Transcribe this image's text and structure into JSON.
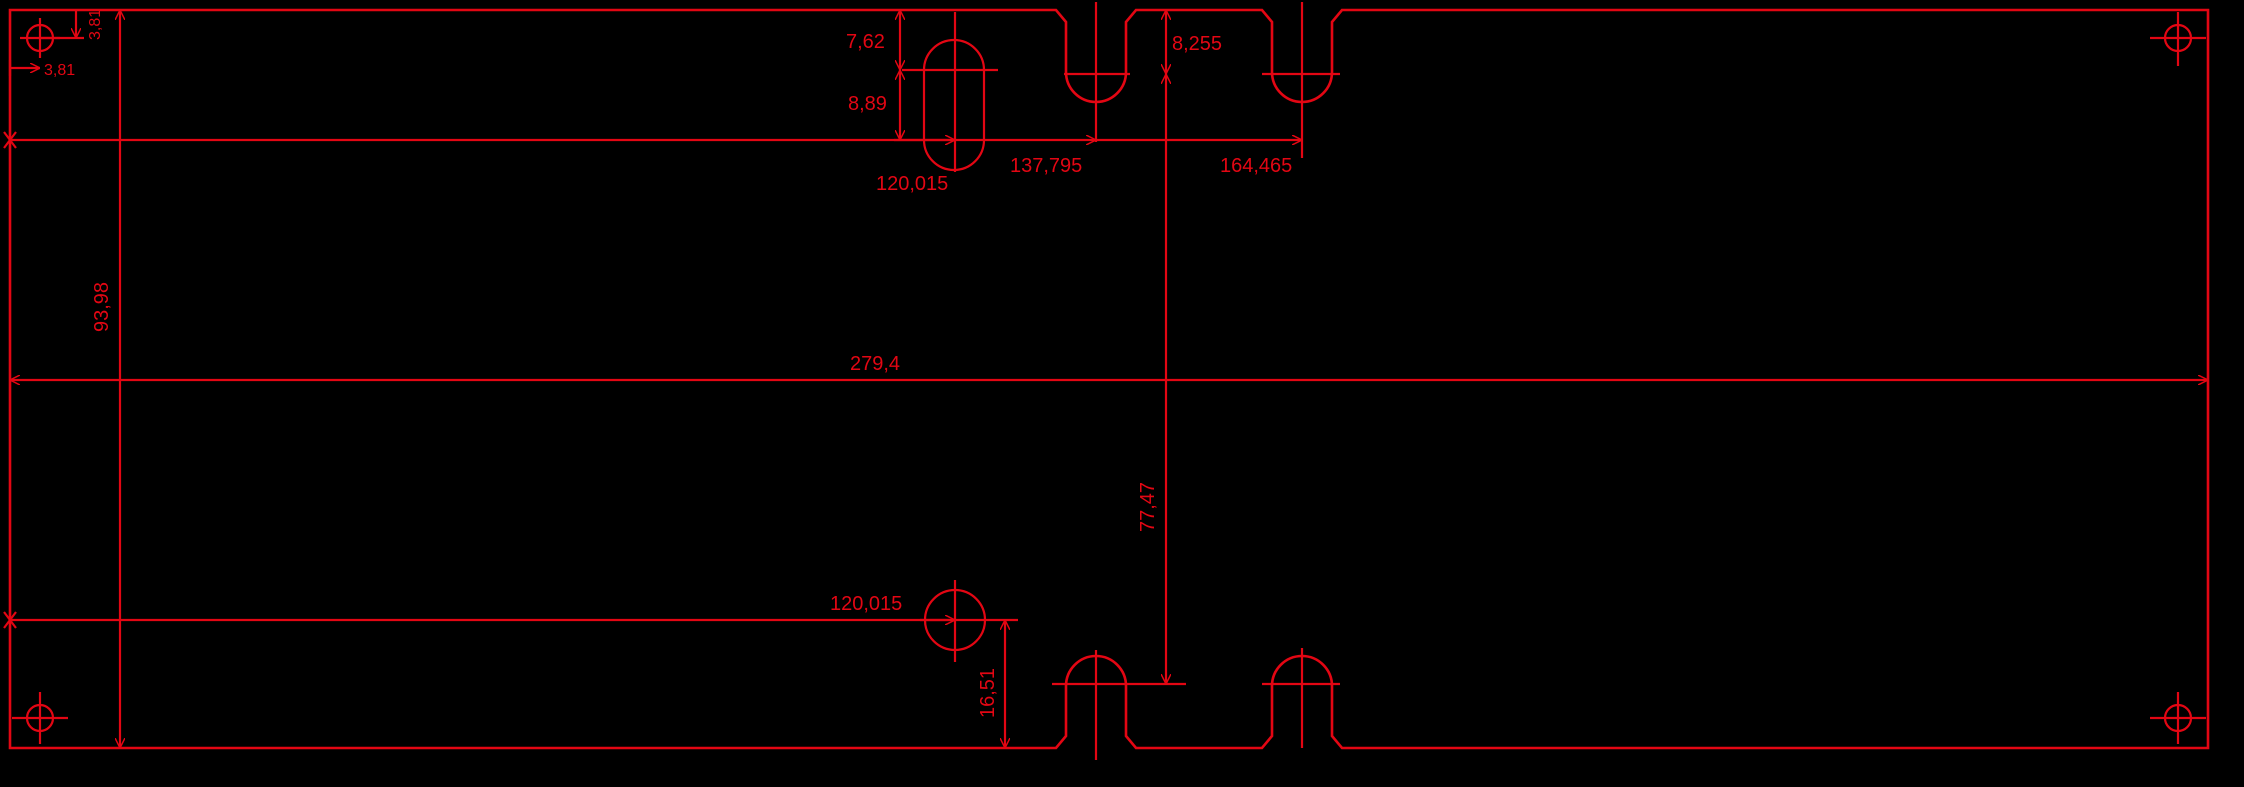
{
  "drawing": {
    "stroke_color": "#e30613",
    "background_color": "#000000",
    "dimensions": {
      "overall_width": "279,4",
      "overall_height": "93,98",
      "hole_offset_x": "3,81",
      "hole_offset_y": "3,81",
      "slot_top_offset": "7,62",
      "slot_length": "8,89",
      "slot_position_top": "120,015",
      "hole_position_bottom": "120,015",
      "notch_1_position": "137,795",
      "notch_2_position": "164,465",
      "notch_depth": "8,255",
      "notch_span": "77,47",
      "hole_height": "16,51"
    }
  }
}
